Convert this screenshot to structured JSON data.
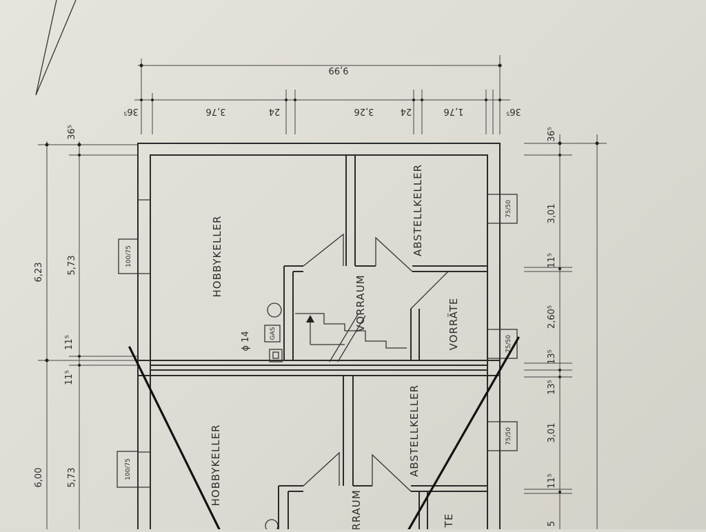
{
  "rooms": {
    "hobby_upper": "HOBBYKELLER",
    "hobby_lower": "HOBBYKELLER",
    "abstell_upper": "ABSTELLKELLER",
    "abstell_lower": "ABSTELLKELLER",
    "vorraum_upper": "VORRAUM",
    "vorraum_lower": "RRAUM",
    "vorraete": "VORRÄTE",
    "vorraete_partial": "TE"
  },
  "symbols": {
    "gas": "GAS",
    "pipe": "ϕ 14"
  },
  "windows": {
    "left_upper": "100/75",
    "left_lower": "100/75",
    "right_upper": "75/50",
    "right_middle": "75/50",
    "right_lower": "75/50"
  },
  "dimensions": {
    "top_total": "9,99",
    "top_segments": [
      "36⁵",
      "3,76",
      "24",
      "3,26",
      "24",
      "1,76",
      "36⁵"
    ],
    "left_overall_upper": "6,23",
    "left_overall_lower": "6,00",
    "left_inner_upper": "5,73",
    "left_inner_lower": "5,73",
    "left_wall_top": "36⁵",
    "left_wall_middle": [
      "11⁵",
      "11⁵"
    ],
    "right_chain": [
      "36⁵",
      "3,01",
      "11⁵",
      "2,60⁵",
      "13⁵",
      "13⁵",
      "3,01",
      "11⁵"
    ],
    "bottom_right_partial": "5"
  },
  "colors": {
    "paper": "#dfddd5",
    "ink": "#2a2a2a",
    "strike": "#111111"
  }
}
